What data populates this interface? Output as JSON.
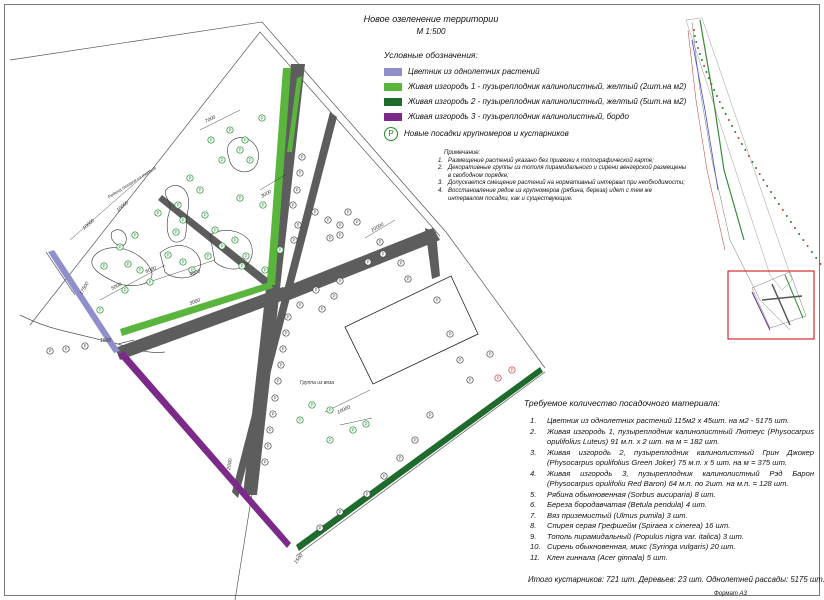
{
  "header": {
    "title": "Новое озеленение территории",
    "scale": "М 1:500"
  },
  "legend": {
    "heading": "Условные обозначения:",
    "items": [
      {
        "color": "#8f8fcc",
        "kind": "swatch",
        "label": "Цветник из однолетних растений"
      },
      {
        "color": "#5ab53c",
        "kind": "swatch",
        "label": "Живая изгородь 1 - пузыреплодник калинолистный, желтый (2шт.на м2)"
      },
      {
        "color": "#1f6b2d",
        "kind": "swatch",
        "label": "Живая изгородь 2 - пузыреплодник калинолистный, желтый (5шт.на м2)"
      },
      {
        "color": "#7b2a8a",
        "kind": "swatch",
        "label": "Живая изгородь 3 - пузыреплодник калинолистный, бордо"
      },
      {
        "color": "#1a8a2a",
        "kind": "symbol",
        "symbol": "Р",
        "label": "Новые посадки крупномеров и кустарников"
      }
    ]
  },
  "notes": {
    "heading": "Примечание:",
    "items": [
      {
        "n": "1.",
        "text": "Размещение растений указано без привязки к топографической карте;"
      },
      {
        "n": "2.",
        "text": "Декоративные группы из тополя пирамидального и сирени венгерской размещены в свободном порядке;"
      },
      {
        "n": "3.",
        "text": "Допускается смещение растений на нормативный интервал при необходимости;"
      },
      {
        "n": "4.",
        "text": "Восстановление рядов из крупномеров (рябина, береза) идет с тем же интервалом посадки, как и существующие."
      }
    ]
  },
  "plan_labels": {
    "group_a": "Группа из вяза",
    "group_b": "Родина тополя из тополя"
  },
  "materials": {
    "title": "Требуемое количество посадочного материала:",
    "items": [
      {
        "n": "1.",
        "text": "Цветник из однолетних растений 115м2 х 45шт. на м2 - 5175 шт."
      },
      {
        "n": "2.",
        "text": "Живая изгородь 1, пузыреплодник калинолистный Лютеус (Physocarpus opulifolius Luteus) 91 м.п. х 2 шт. на м = 182 шт."
      },
      {
        "n": "3.",
        "text": "Живая изгородь 2, пузыреплодник калинолистный Грин Джокер (Physocarpus opulifolius Green Joker) 75 м.п. х 5 шт. на м = 375 шт."
      },
      {
        "n": "4.",
        "text": "Живая изгородь 3, пузыреплодник калинолистный Рэд Барон (Physocarpus opulifoliu Red Baron) 64 м.п. по 2шт. на м.п. = 128 шт."
      },
      {
        "n": "5.",
        "text": "Рябина обыкновенная (Sorbus aucuparia) 8 шт."
      },
      {
        "n": "6.",
        "text": "Береза бородавчатая (Betula pendula) 4 шт."
      },
      {
        "n": "7.",
        "text": "Вяз приземистый (Ulmus pumila) 3 шт."
      },
      {
        "n": "8.",
        "text": "Спирея серая Грефшейм (Spiraea x cinerea) 16 шт."
      },
      {
        "n": "9.",
        "text": "Тополь пирамидальный (Populus nigra var. italica) 3 шт."
      },
      {
        "n": "10.",
        "text": "Сирень обыкновенная, микс (Syringa vulgaris) 20 шт."
      },
      {
        "n": "11.",
        "text": "Клен гиннала (Acer ginnala) 5 шт."
      }
    ],
    "totals": "Итого кустарников: 721 шт.   Деревьев: 23 шт.   Однолетней рассады: 5175 шт."
  },
  "footer": {
    "format": "Формат А3"
  },
  "colors": {
    "path": "#5d5d5d",
    "hedge1": "#5ab53c",
    "hedge2": "#1f6b2d",
    "hedge3": "#7b2a8a",
    "flowerbed": "#8f8fcc",
    "plant": "#1a8a2a",
    "existing": "#444444",
    "removed": "#cc3333"
  }
}
